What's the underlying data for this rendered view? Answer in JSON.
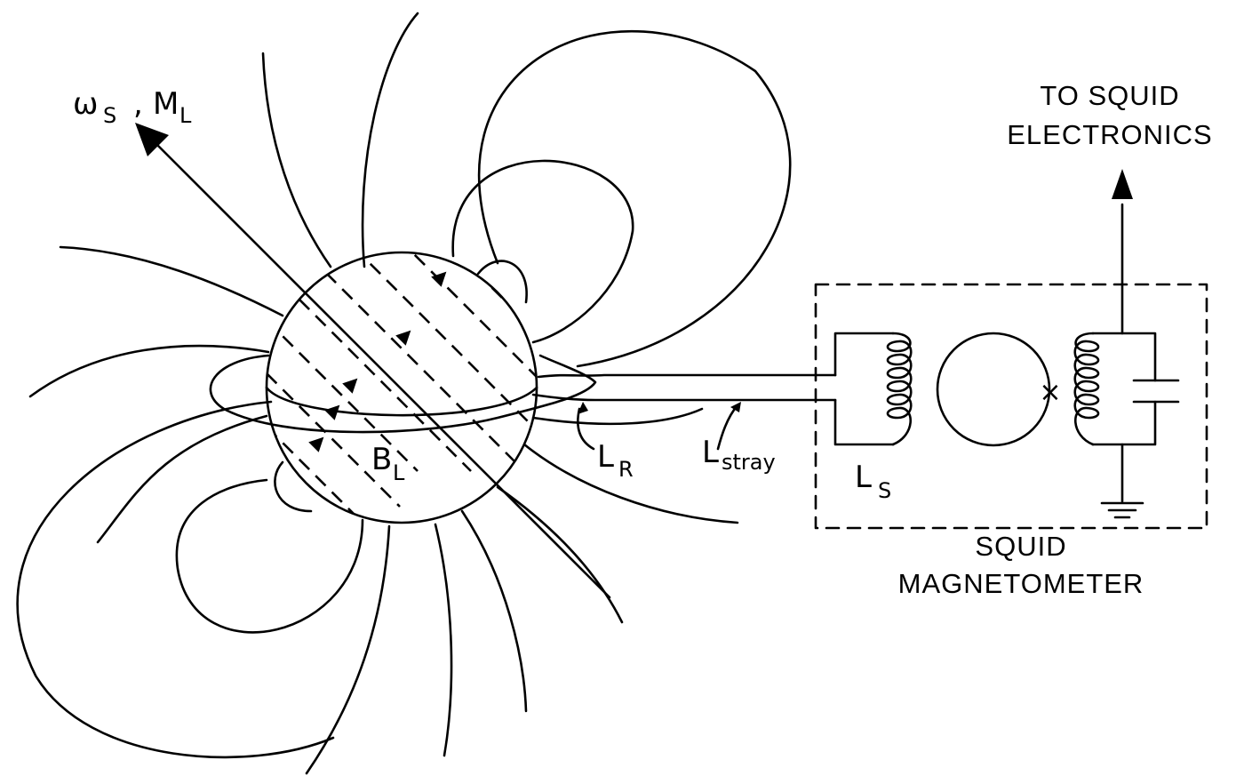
{
  "labels": {
    "omega_main": "ω",
    "omega_sub": "S",
    "comma": ",",
    "m_main": "M",
    "m_sub": "L",
    "b_main": "B",
    "b_sub": "L",
    "lr_main": "L",
    "lr_sub": "R",
    "lstray_main": "L",
    "lstray_sub": "stray",
    "ls_main": "L",
    "ls_sub": "S",
    "to_squid_line1": "TO SQUID",
    "to_squid_line2": "ELECTRONICS",
    "squid_line1": "SQUID",
    "squid_line2": "MAGNETOMETER",
    "junction": "×"
  }
}
